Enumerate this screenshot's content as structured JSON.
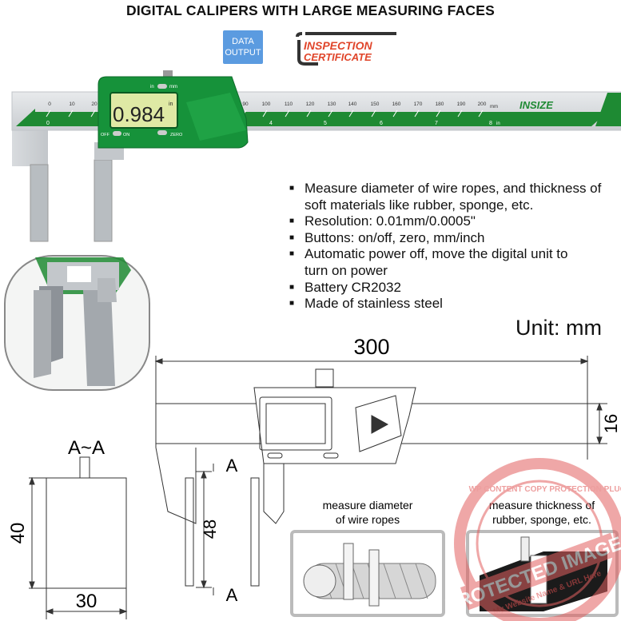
{
  "title": "DIGITAL CALIPERS WITH LARGE MEASURING FACES",
  "badges": {
    "data_output": [
      "DATA",
      "OUTPUT"
    ],
    "inspection": [
      "INSPECTION",
      "CERTIFICATE"
    ]
  },
  "caliper": {
    "display_value": "0.984",
    "display_unit": "in",
    "toggle_label_in": "in",
    "toggle_label_mm": "mm",
    "off_label": "OFF",
    "on_label": "ON",
    "zero_label": "ZERO",
    "brand": "INSIZE",
    "mm_ticks": [
      "0",
      "10",
      "20",
      "90",
      "100",
      "110",
      "120",
      "130",
      "140",
      "150",
      "160",
      "170",
      "180",
      "190",
      "200"
    ],
    "mm_unit": "mm",
    "in_ticks": [
      "0",
      "4",
      "5",
      "6",
      "7",
      "8"
    ],
    "in_unit": "in"
  },
  "features": [
    "Measure diameter of wire ropes, and thickness of soft materials like rubber, sponge, etc.",
    "Resolution: 0.01mm/0.0005\"",
    "Buttons: on/off, zero, mm/inch",
    "Automatic power off, move the digital unit to turn on power",
    "Battery CR2032",
    "Made of stainless steel"
  ],
  "unit": "Unit: mm",
  "drawing": {
    "length": "300",
    "beam_height": "16",
    "jaw_length": "48",
    "section_label": "A~A",
    "section_height": "40",
    "section_width": "30",
    "section_mark": "A"
  },
  "captions": {
    "wire": [
      "measure diameter",
      "of wire ropes"
    ],
    "rubber": [
      "measure thickness of",
      "rubber, sponge, etc."
    ]
  },
  "watermark": [
    "WP CONTENT COPY PROTECTION PLUGIN",
    "PROTECTED IMAGES",
    "My Website Name & URL Here"
  ]
}
